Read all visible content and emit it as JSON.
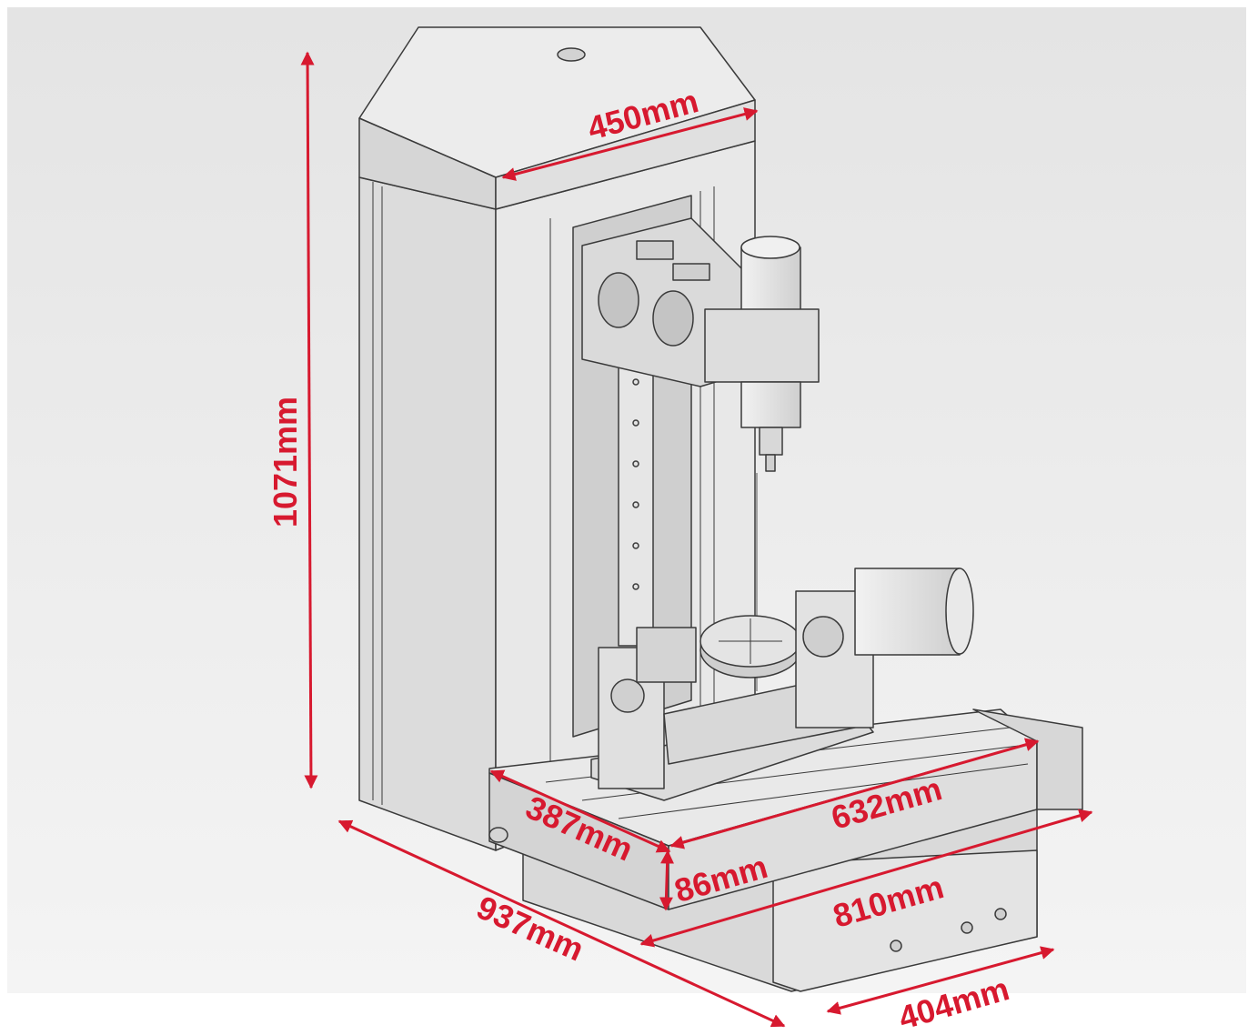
{
  "colors": {
    "dimension": "#d7192f",
    "line": "#3a3a3a",
    "panel": "#e2e2e2",
    "panel_dark": "#c9c9c9",
    "background_top": "#e6e6e6",
    "background_bottom": "#f2f2f2"
  },
  "dimensions": {
    "height": "1071mm",
    "top_width": "450mm",
    "base_depth": "387mm",
    "table_length": "632mm",
    "table_thickness": "86mm",
    "base_length": "810mm",
    "overall_depth": "937mm",
    "base_width": "404mm"
  }
}
